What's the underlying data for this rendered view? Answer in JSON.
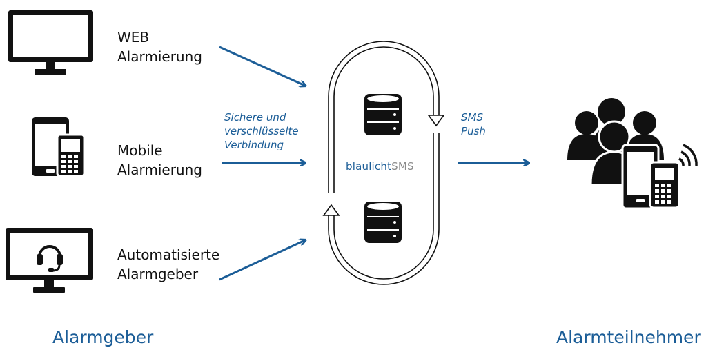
{
  "sources": [
    {
      "line1": "WEB",
      "line2": "Alarmierung",
      "icon": "monitor-icon"
    },
    {
      "line1": "Mobile",
      "line2": "Alarmierung",
      "icon": "mobile-devices-icon"
    },
    {
      "line1": "Automatisierte",
      "line2": "Alarmgeber",
      "icon": "monitor-headset-icon"
    }
  ],
  "connection_note": {
    "line1": "Sichere und",
    "line2": "verschlüsselte",
    "line3": "Verbindung"
  },
  "brand": {
    "part1": "blaulicht",
    "part2": "SMS"
  },
  "output_note": {
    "line1": "SMS",
    "line2": "Push"
  },
  "footer": {
    "left": "Alarmgeber",
    "right": "Alarmteilnehmer"
  },
  "colors": {
    "accent": "#1b5d97",
    "text": "#111111",
    "brand_grey": "#8c8c8c"
  }
}
